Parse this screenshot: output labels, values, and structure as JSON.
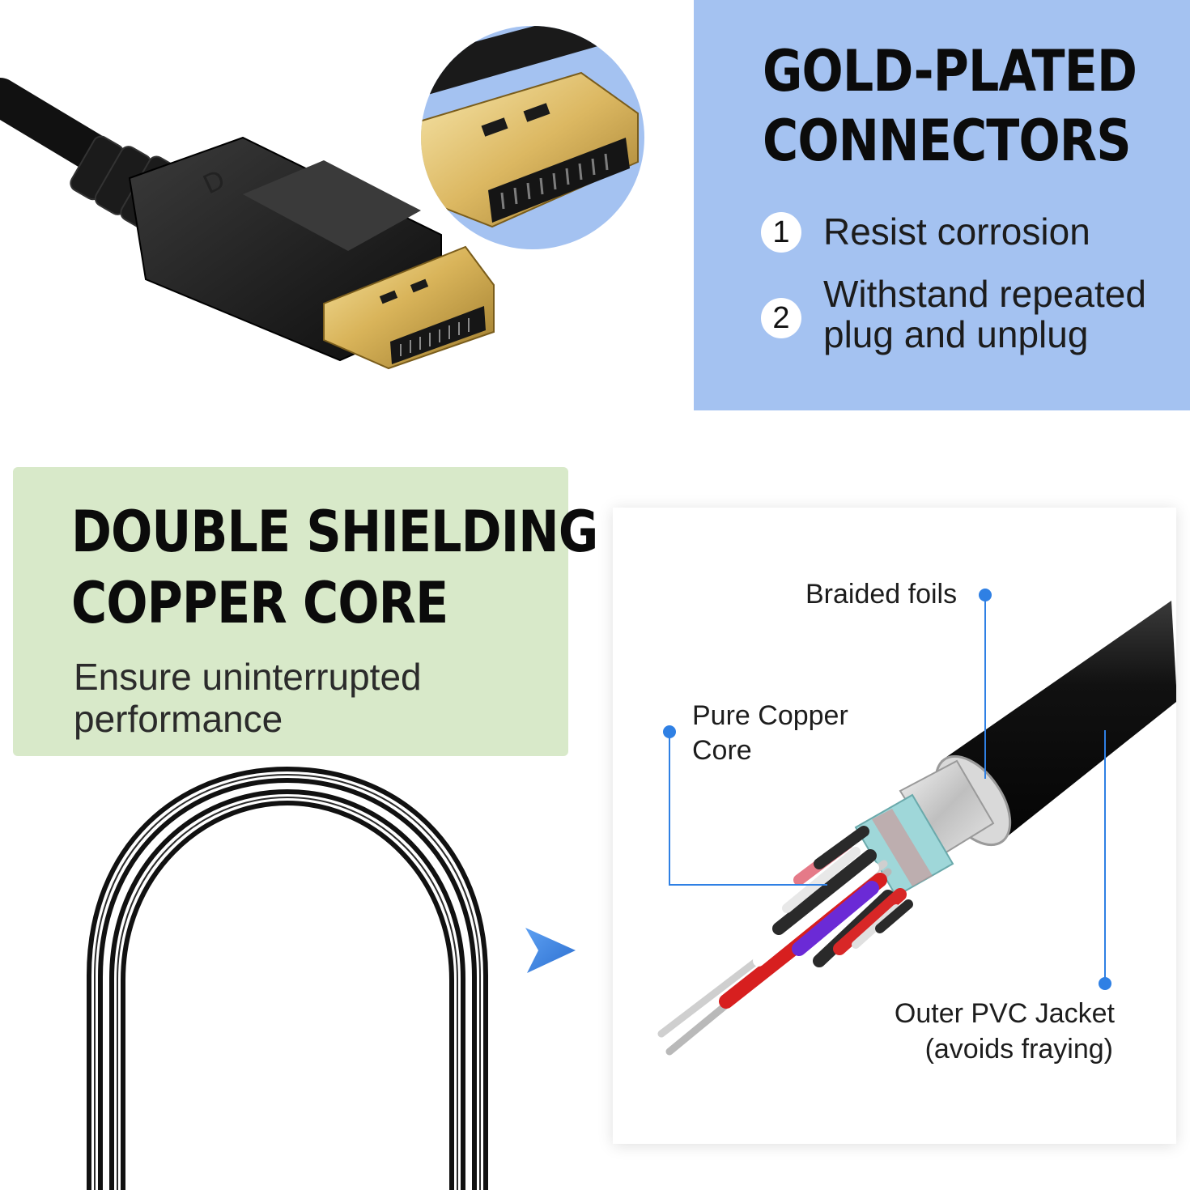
{
  "gold_section": {
    "title_line1": "GOLD-PLATED",
    "title_line2": "CONNECTORS",
    "features": [
      {
        "number": "1",
        "line1": "Resist corrosion"
      },
      {
        "number": "2",
        "line1": "Withstand repeated",
        "line2": "plug and unplug"
      }
    ],
    "panel_color": "#a4c2f1"
  },
  "shield_section": {
    "title_line1": "DOUBLE SHIELDING",
    "title_line2": "COPPER CORE",
    "subtitle_line1": "Ensure uninterrupted",
    "subtitle_line2": "performance",
    "panel_color": "#d8e9c9"
  },
  "diagram": {
    "callouts": {
      "braided": "Braided foils",
      "copper_line1": "Pure Copper",
      "copper_line2": "Core",
      "jacket_line1": "Outer PVC Jacket",
      "jacket_line2": "(avoids fraying)"
    },
    "accent_color": "#2f80e4"
  },
  "icons": [
    "displayport-plug-image",
    "connector-zoom-image",
    "coiled-cable-image",
    "arrow-right-icon",
    "cable-cross-section-image"
  ]
}
